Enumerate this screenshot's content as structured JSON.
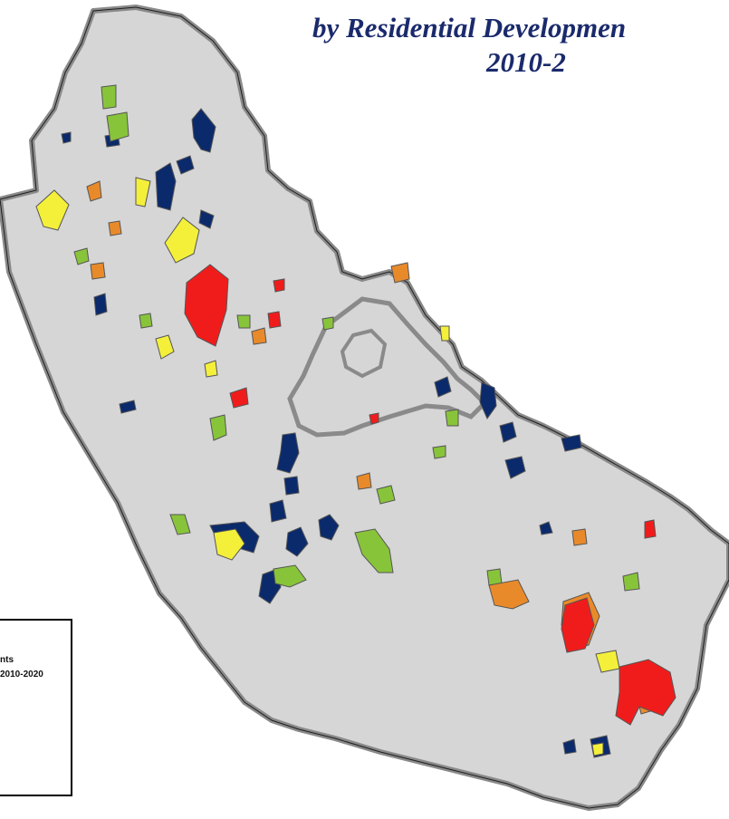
{
  "map": {
    "title_line_1": "by Residential Developmen",
    "title_line_2": "2010-2",
    "legend": {
      "line_1": "nts",
      "line_2": "2010-2020"
    },
    "colors": {
      "county_fill": "#d6d6d6",
      "county_border": "#7c7c7c",
      "dark_blue": "#0b2a6c",
      "green": "#88c43a",
      "yellow": "#f4f03a",
      "orange": "#e98a2a",
      "red": "#f01c1c"
    }
  }
}
